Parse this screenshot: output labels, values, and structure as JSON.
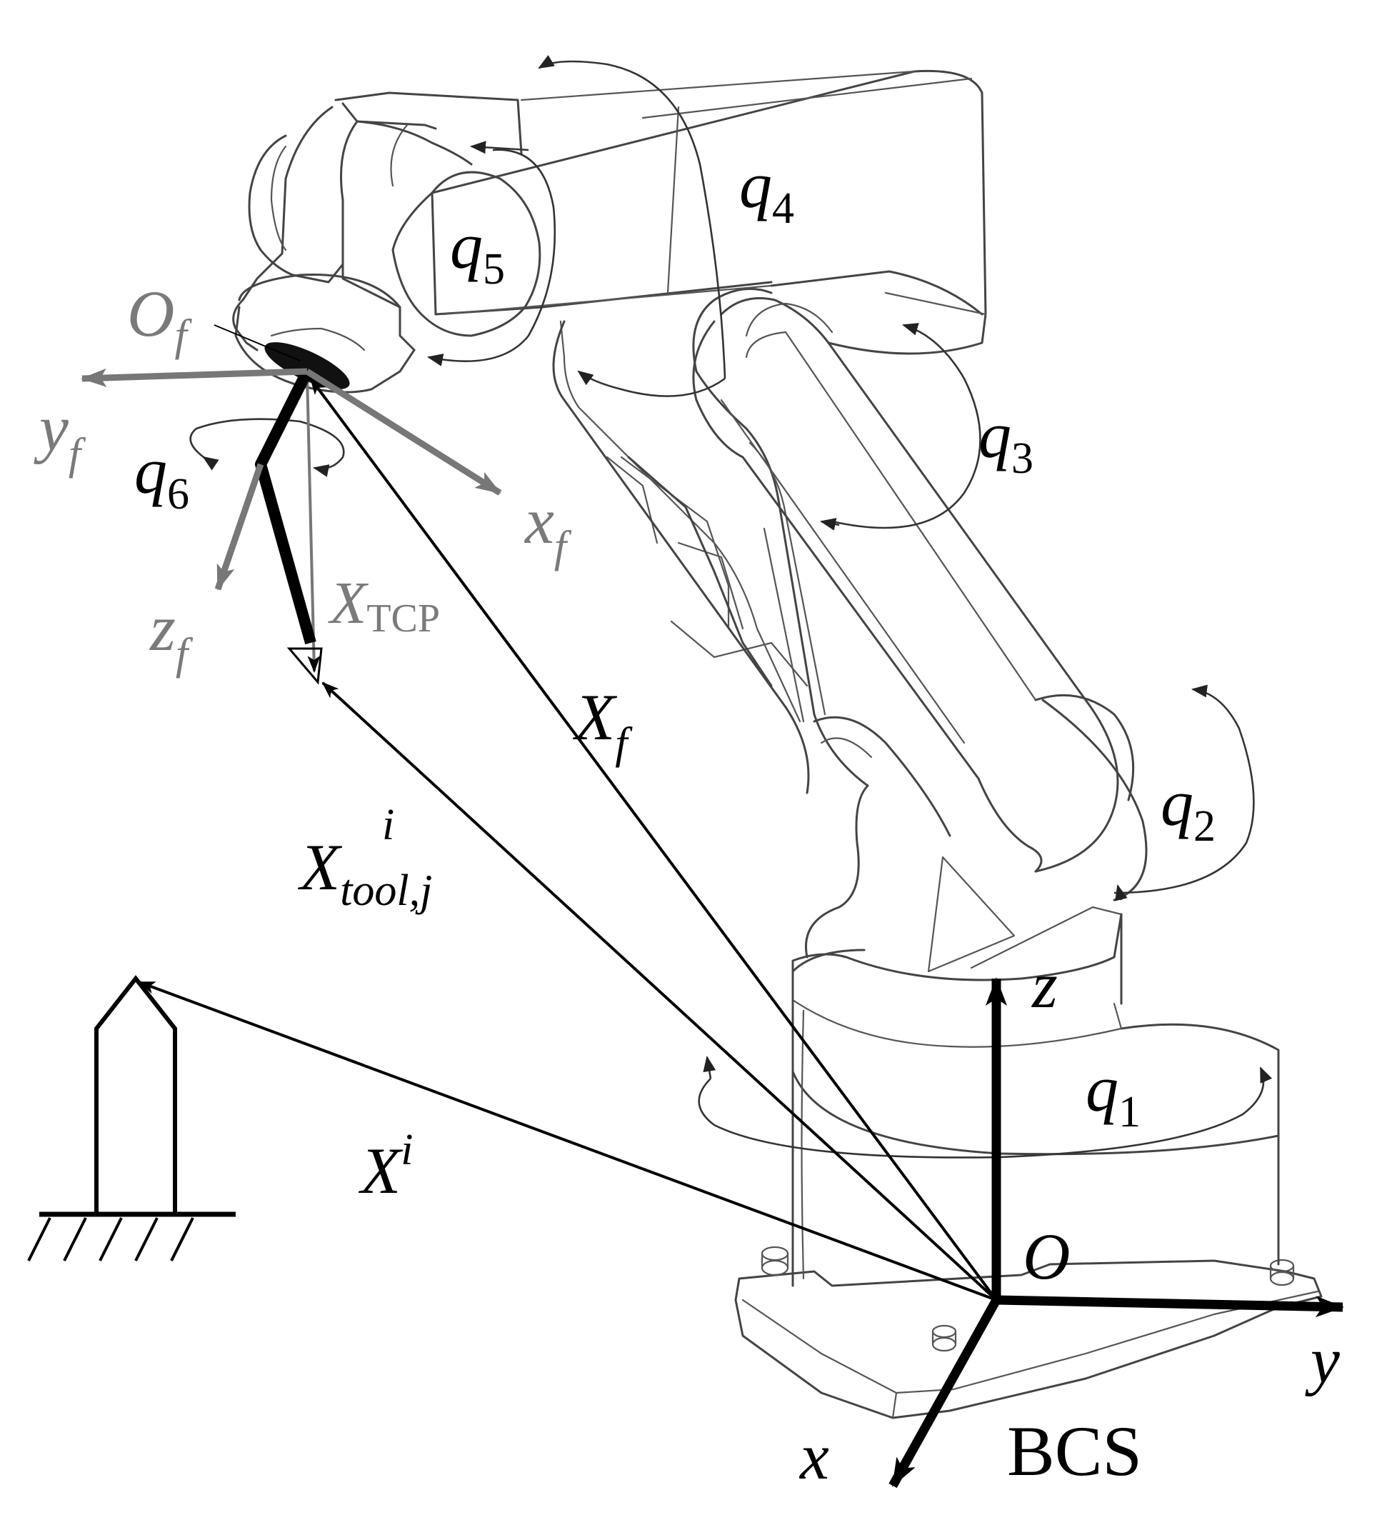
{
  "labels": {
    "q1": {
      "main": "q",
      "sub": "1"
    },
    "q2": {
      "main": "q",
      "sub": "2"
    },
    "q3": {
      "main": "q",
      "sub": "3"
    },
    "q4": {
      "main": "q",
      "sub": "4"
    },
    "q5": {
      "main": "q",
      "sub": "5"
    },
    "q6": {
      "main": "q",
      "sub": "6"
    },
    "of": {
      "main": "O",
      "sub": "f"
    },
    "yf": {
      "main": "y",
      "sub": "f"
    },
    "xf": {
      "main": "x",
      "sub": "f"
    },
    "zf": {
      "main": "z",
      "sub": "f"
    },
    "xtcp": {
      "main": "X",
      "sub": "TCP"
    },
    "xfvec": {
      "main": "X",
      "sub": "f"
    },
    "xtool": {
      "main": "X",
      "sup": "i",
      "sub": "tool,j"
    },
    "xi": {
      "main": "X",
      "sup": "i"
    },
    "z": "z",
    "y": "y",
    "x": "x",
    "o": "O",
    "bcs": "BCS"
  },
  "colors": {
    "black": "#000000",
    "grey": "#7a7a7a",
    "robot_outline": "#444444"
  }
}
